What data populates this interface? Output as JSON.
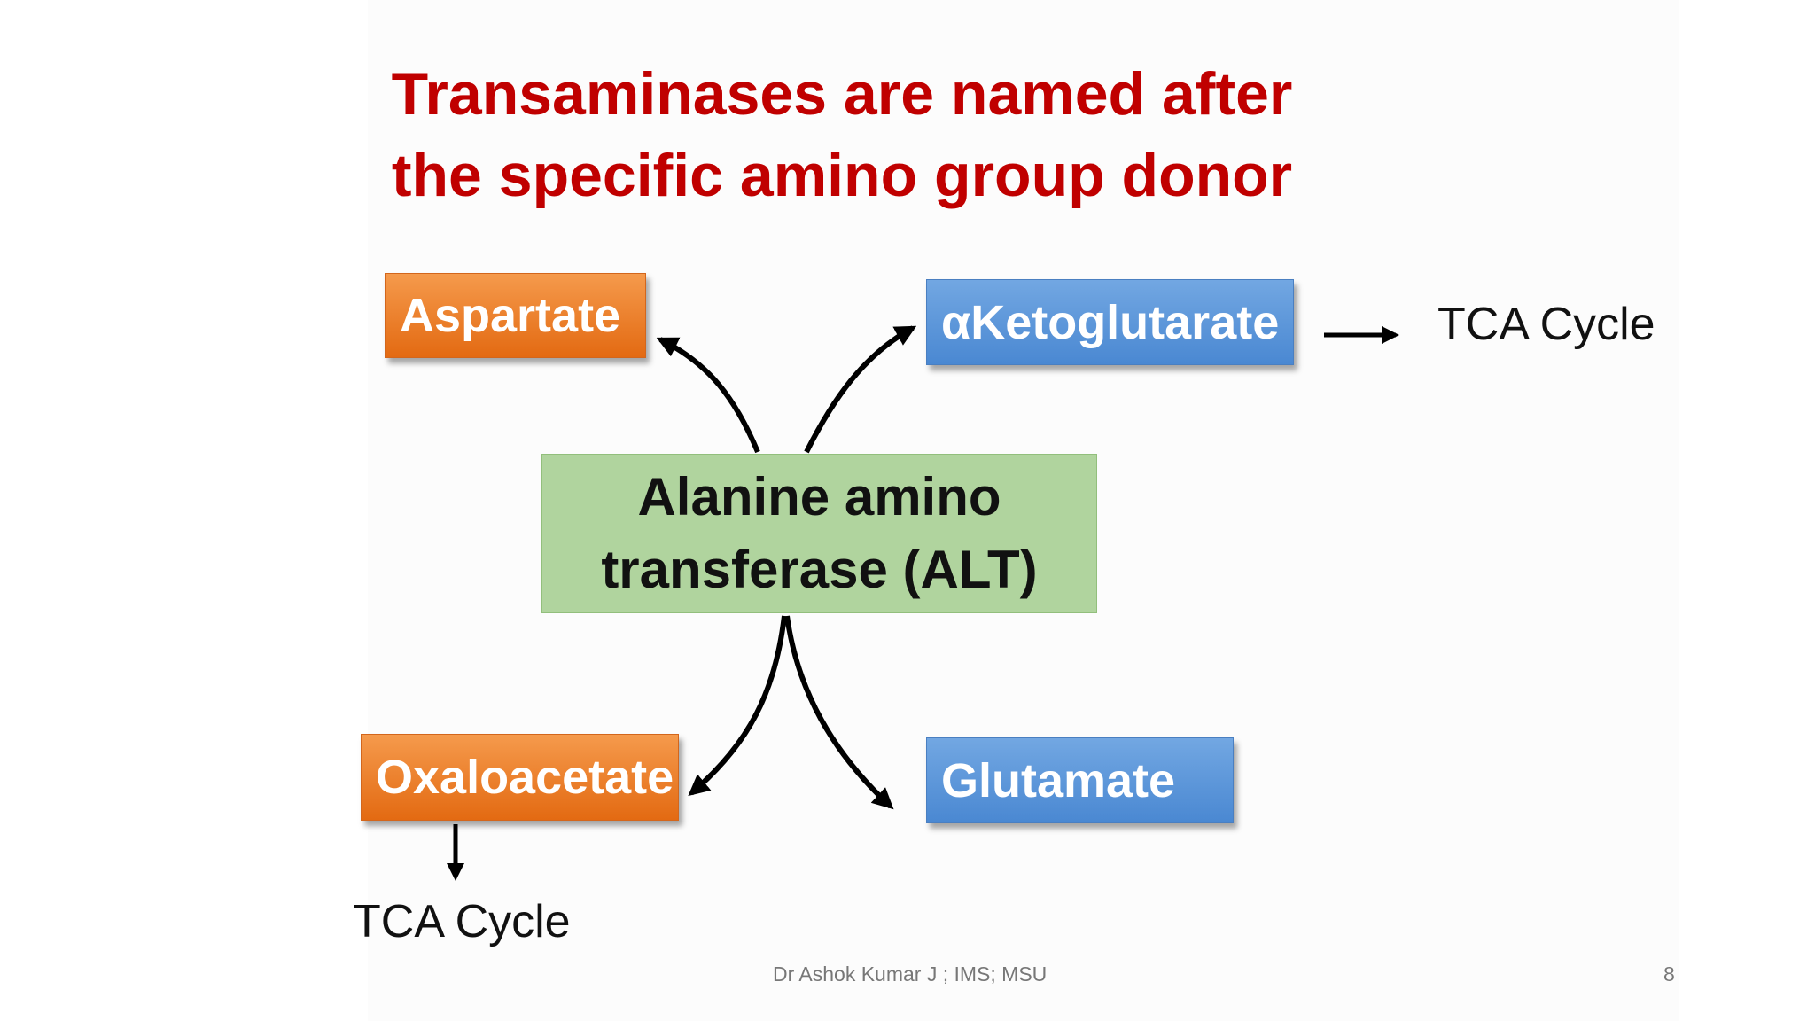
{
  "title": {
    "line1": "Transaminases are named after",
    "line2": "the specific amino group donor"
  },
  "center": {
    "line1": "Alanine amino",
    "line2": "transferase (ALT)"
  },
  "nodes": {
    "aspartate": "Aspartate",
    "ketoglutarate": "αKetoglutarate",
    "oxaloacetate": "Oxaloacetate",
    "glutamate": "Glutamate"
  },
  "tca_right": "TCA Cycle",
  "tca_bottom": "TCA Cycle",
  "footer": {
    "author": "Dr Ashok Kumar J ; IMS; MSU",
    "page_number": "8"
  },
  "colors": {
    "title": "#c00000",
    "orange_box": "#e8701a",
    "blue_box": "#5591d8",
    "center_box": "#b0d49e"
  }
}
